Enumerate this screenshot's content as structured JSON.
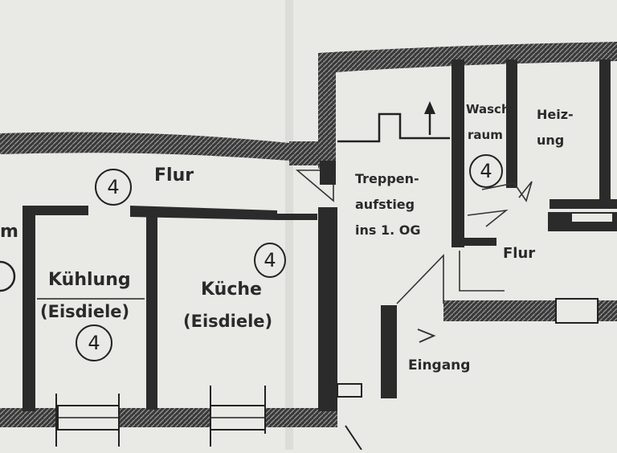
{
  "rooms": {
    "room_left_partial": {
      "label": "m"
    },
    "flur_top": {
      "label": "Flur",
      "number": "4"
    },
    "kuehlung": {
      "label_line1": "Kühlung",
      "label_line2": "(Eisdiele)",
      "number": "4"
    },
    "kueche": {
      "label_line1": "Küche",
      "label_line2": "(Eisdiele)",
      "number": "4"
    },
    "treppenaufstieg": {
      "line1": "Treppen-",
      "line2": "aufstieg",
      "line3": "ins 1. OG"
    },
    "waschraum": {
      "line1": "Wasch",
      "line2": "raum",
      "number": "4"
    },
    "heizung": {
      "line1": "Heiz-",
      "line2": "ung"
    },
    "flur_right": {
      "label": "Flur"
    },
    "eingang": {
      "label": "Eingang"
    }
  }
}
